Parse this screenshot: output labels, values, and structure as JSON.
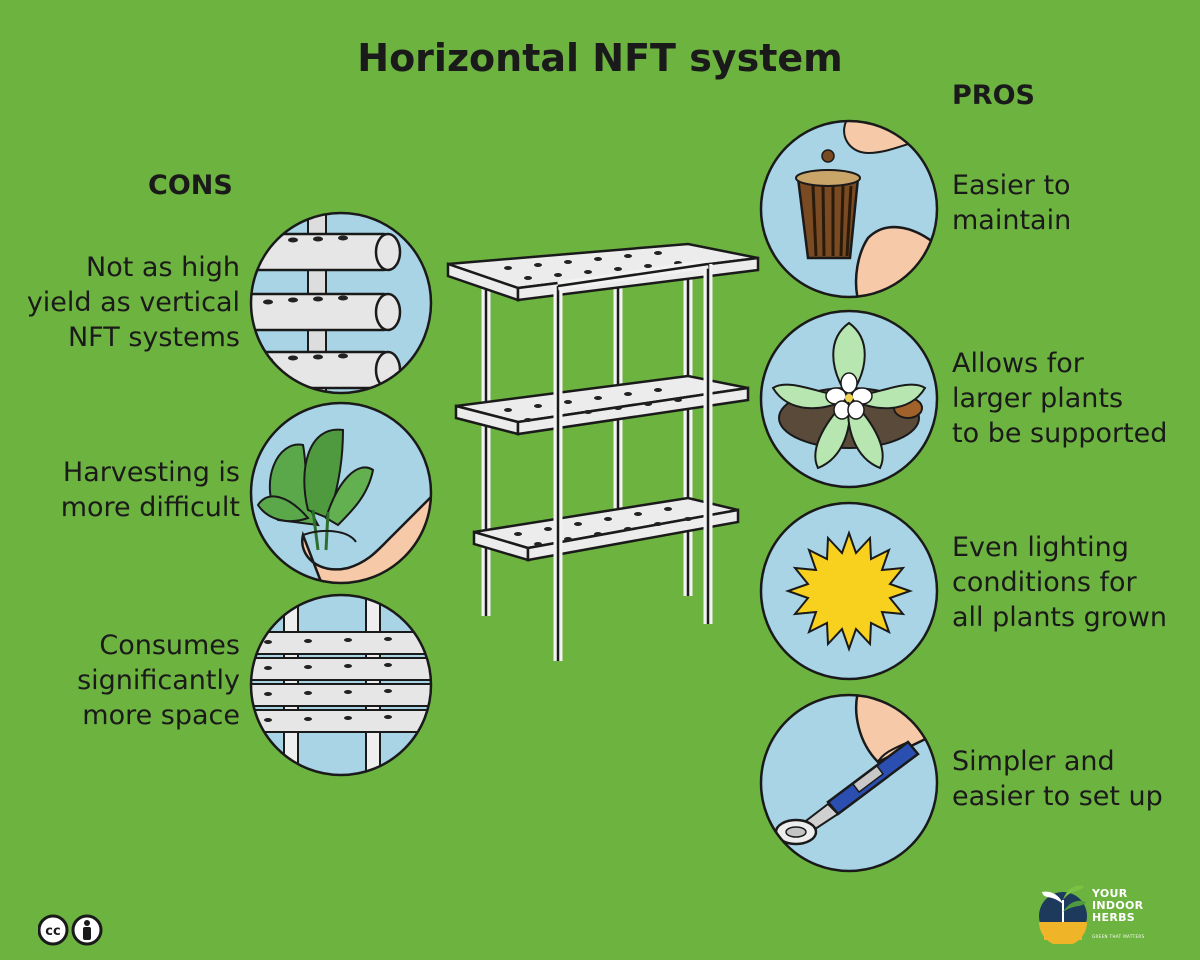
{
  "title": "Horizontal NFT system",
  "colors": {
    "background": "#6db33f",
    "circle_fill": "#a8d4e6",
    "outline": "#1a1a1a",
    "pipe": "#e8e8e8",
    "sun": "#f7d11e"
  },
  "cons": {
    "heading": "CONS",
    "items": [
      {
        "lines": [
          "Not as high",
          "yield as vertical",
          "NFT systems"
        ],
        "icon": "pipes-closeup-icon"
      },
      {
        "lines": [
          "Harvesting is",
          "more difficult"
        ],
        "icon": "hand-holding-plant-icon"
      },
      {
        "lines": [
          "Consumes",
          "significantly",
          "more space"
        ],
        "icon": "wide-rack-icon"
      }
    ]
  },
  "pros": {
    "heading": "PROS",
    "items": [
      {
        "lines": [
          "Easier to",
          "maintain"
        ],
        "icon": "net-pot-icon"
      },
      {
        "lines": [
          "Allows for",
          "larger plants",
          "to be supported"
        ],
        "icon": "flowering-plant-icon"
      },
      {
        "lines": [
          "Even lighting",
          "conditions for",
          "all plants grown"
        ],
        "icon": "sun-icon"
      },
      {
        "lines": [
          "Simpler and",
          "easier to set up"
        ],
        "icon": "pipe-cutter-icon"
      }
    ]
  },
  "logo": {
    "line1": "YOUR",
    "line2": "INDOOR",
    "line3": "HERBS",
    "tagline": "GREEN THAT MATTERS"
  },
  "license_icons": [
    "creative-commons-icon",
    "attribution-icon"
  ]
}
